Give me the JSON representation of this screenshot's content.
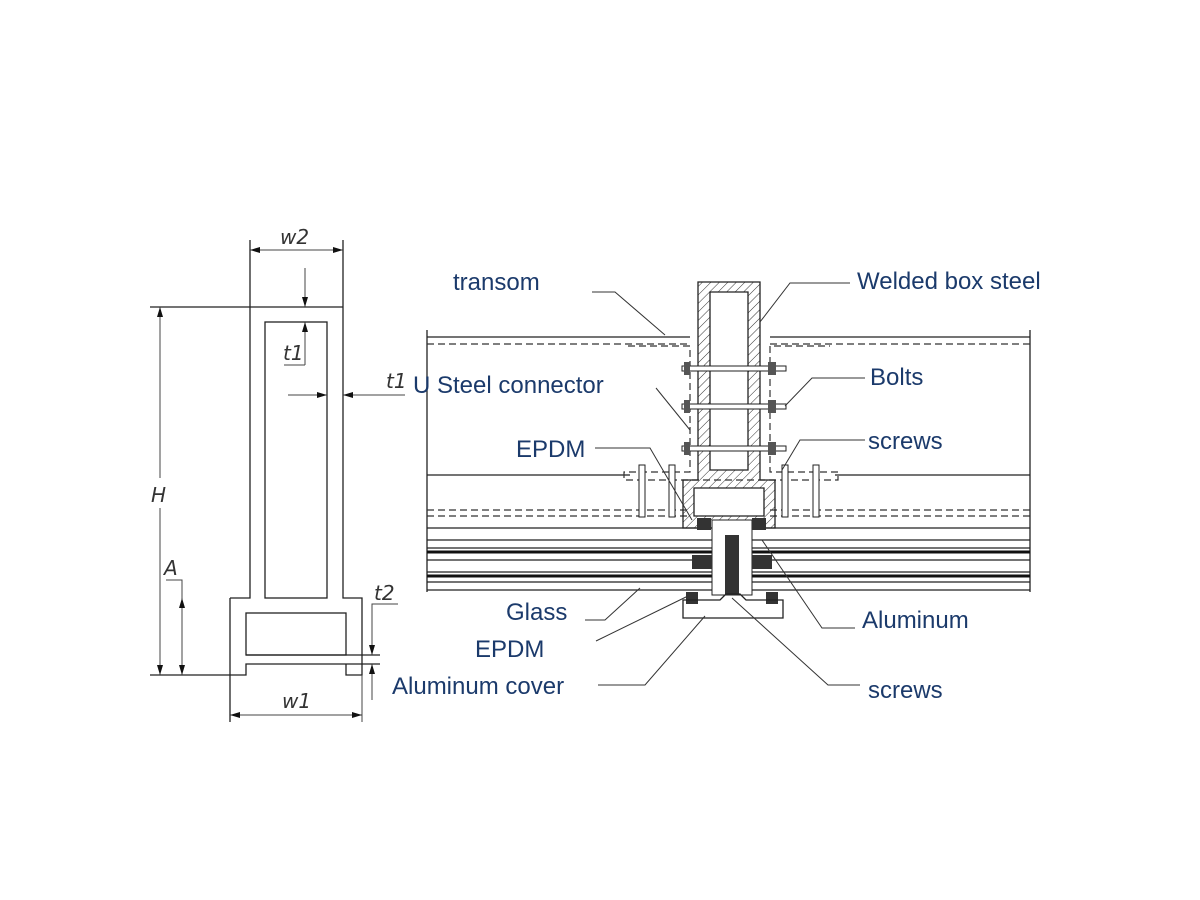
{
  "section_dimensions": {
    "w2": "w2",
    "t1_top": "t1",
    "t1_side": "t1",
    "H": "H",
    "A": "A",
    "t2": "t2",
    "w1": "w1"
  },
  "labels": {
    "transom": "transom",
    "welded_box_steel": "Welded box steel",
    "u_steel_connector": "U Steel connector",
    "bolts": "Bolts",
    "epdm_upper": "EPDM",
    "screws_upper": "screws",
    "glass": "Glass",
    "aluminum": "Aluminum",
    "epdm_lower": "EPDM",
    "aluminum_cover": "Aluminum cover",
    "screws_lower": "screws"
  },
  "colors": {
    "label_text": "#1b3a6b",
    "line": "#222222"
  }
}
